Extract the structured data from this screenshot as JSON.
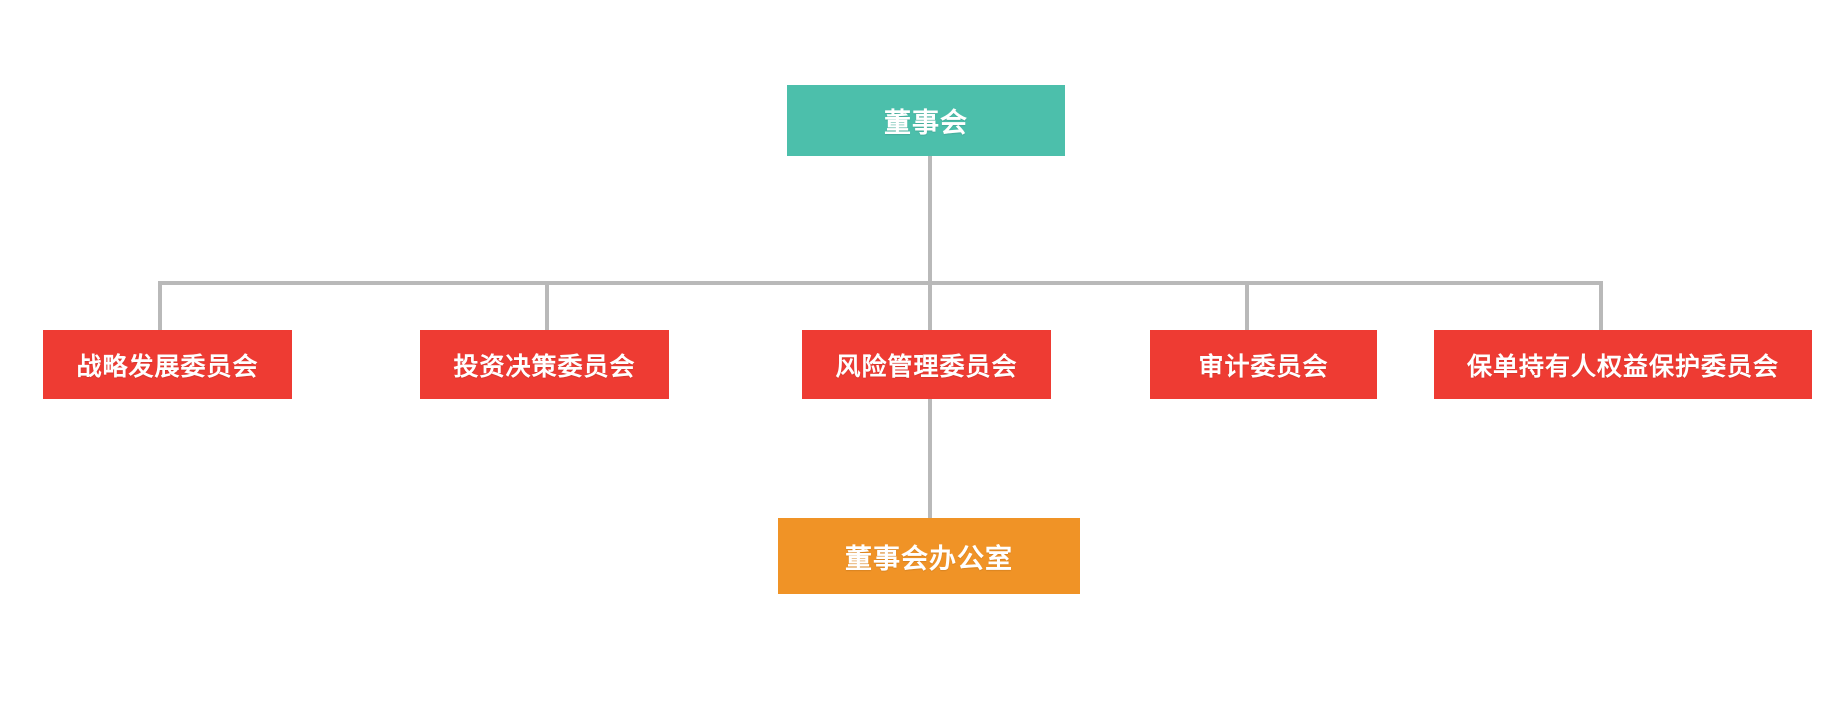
{
  "diagram": {
    "type": "org-chart",
    "title": "",
    "background_color": "#ffffff",
    "connector_color": "#b9b9b9",
    "root": {
      "label": "董事会",
      "color": "#4cbfab",
      "text_color": "#ffffff"
    },
    "committees": [
      {
        "label": "战略发展委员会",
        "color": "#ee3b33",
        "text_color": "#ffffff"
      },
      {
        "label": "投资决策委员会",
        "color": "#ee3b33",
        "text_color": "#ffffff"
      },
      {
        "label": "风险管理委员会",
        "color": "#ee3b33",
        "text_color": "#ffffff"
      },
      {
        "label": "审计委员会",
        "color": "#ee3b33",
        "text_color": "#ffffff"
      },
      {
        "label": "保单持有人权益保护委员会",
        "color": "#ee3b33",
        "text_color": "#ffffff"
      }
    ],
    "office": {
      "label": "董事会办公室",
      "color": "#f09326",
      "text_color": "#ffffff"
    }
  }
}
